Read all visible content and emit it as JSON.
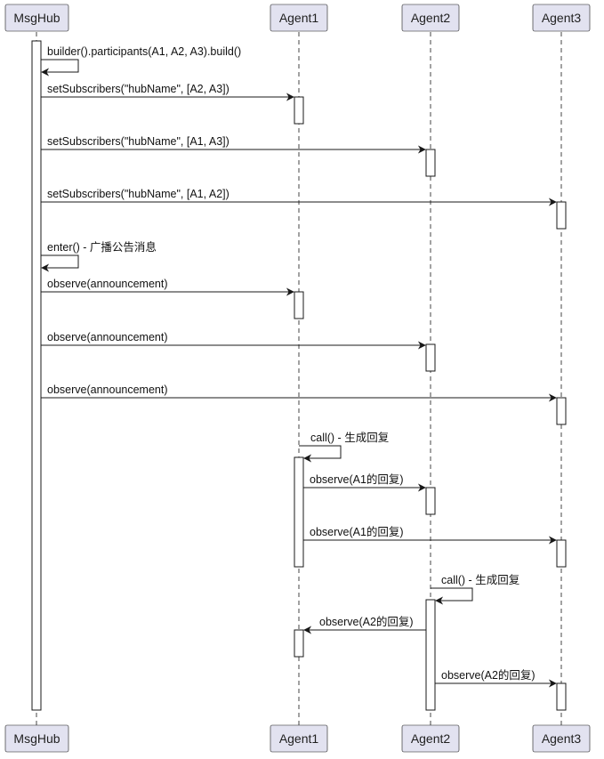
{
  "participants": [
    {
      "id": "msghub",
      "label": "MsgHub"
    },
    {
      "id": "agent1",
      "label": "Agent1"
    },
    {
      "id": "agent2",
      "label": "Agent2"
    },
    {
      "id": "agent3",
      "label": "Agent3"
    }
  ],
  "messages": [
    {
      "id": "m1",
      "text": "builder().participants(A1, A2, A3).build()"
    },
    {
      "id": "m2",
      "text": "setSubscribers(\"hubName\", [A2, A3])"
    },
    {
      "id": "m3",
      "text": "setSubscribers(\"hubName\", [A1, A3])"
    },
    {
      "id": "m4",
      "text": "setSubscribers(\"hubName\", [A1, A2])"
    },
    {
      "id": "m5",
      "text": "enter() - 广播公告消息"
    },
    {
      "id": "m6",
      "text": "observe(announcement)"
    },
    {
      "id": "m7",
      "text": "observe(announcement)"
    },
    {
      "id": "m8",
      "text": "observe(announcement)"
    },
    {
      "id": "m9",
      "text": "call() - 生成回复"
    },
    {
      "id": "m10",
      "text": "observe(A1的回复)"
    },
    {
      "id": "m11",
      "text": "observe(A1的回复)"
    },
    {
      "id": "m12",
      "text": "call() - 生成回复"
    },
    {
      "id": "m13",
      "text": "observe(A2的回复)"
    },
    {
      "id": "m14",
      "text": "observe(A2的回复)"
    }
  ],
  "colors": {
    "participant_fill": "#E2E2F0",
    "participant_border": "#181818",
    "lifeline": "#181818",
    "activation_fill": "#ffffff",
    "arrow": "#181818"
  }
}
